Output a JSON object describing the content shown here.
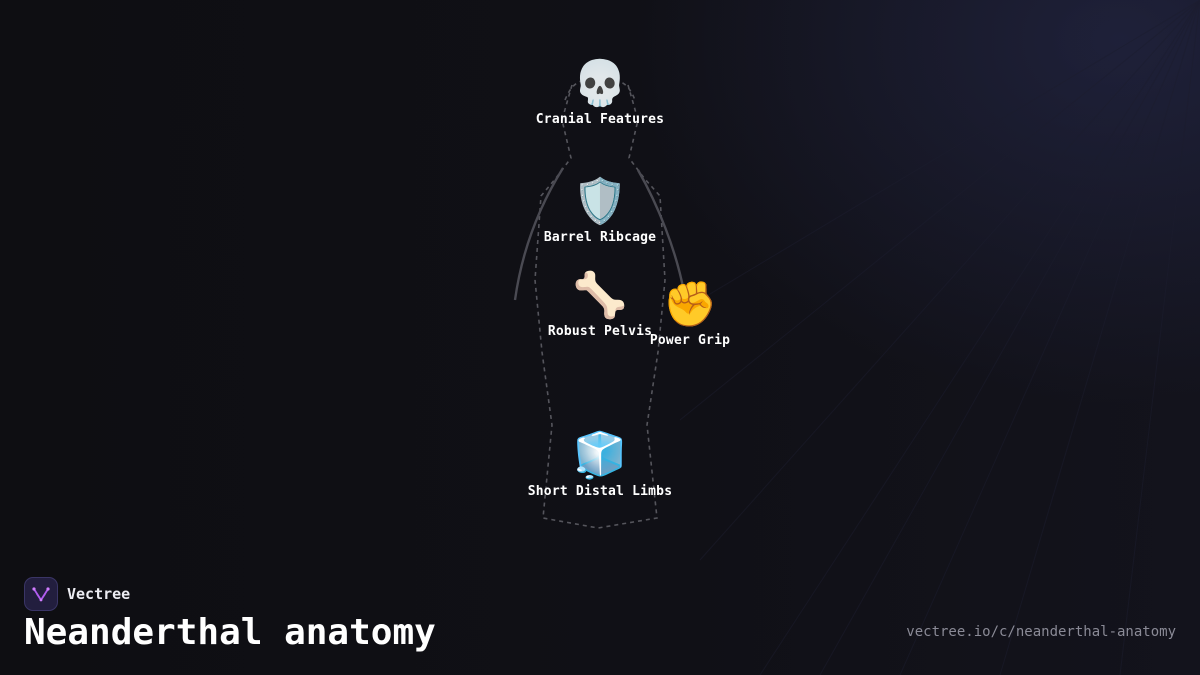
{
  "brand": {
    "name": "Vectree",
    "logo_icon": "tree-branch-icon",
    "logo_color": "#b05cf0"
  },
  "page": {
    "title": "Neanderthal anatomy",
    "url": "vectree.io/c/neanderthal-anatomy"
  },
  "features": [
    {
      "id": "cranial",
      "icon": "skull-icon",
      "glyph": "💀",
      "label": "Cranial Features"
    },
    {
      "id": "ribcage",
      "icon": "shield-icon",
      "glyph": "🛡️",
      "label": "Barrel Ribcage"
    },
    {
      "id": "pelvis",
      "icon": "bone-icon",
      "glyph": "🦴",
      "label": "Robust Pelvis"
    },
    {
      "id": "grip",
      "icon": "raised-fist-icon",
      "glyph": "✊",
      "label": "Power Grip"
    },
    {
      "id": "limbs",
      "icon": "ice-cube-icon",
      "glyph": "🧊",
      "label": "Short Distal Limbs"
    }
  ],
  "colors": {
    "background": "#0f0f13",
    "accent_glow": "#282c52",
    "silhouette_stroke": "#55555c",
    "label_text": "#ffffff",
    "url_text": "#8a8a96"
  }
}
